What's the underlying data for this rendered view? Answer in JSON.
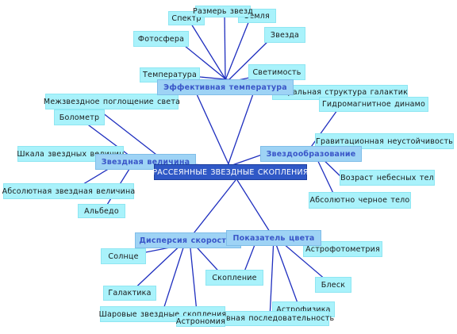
{
  "colors": {
    "line": "#1f2fbf",
    "leaf_fill": "#a9f2fb",
    "branch_fill": "#9ed3f5",
    "branch_text": "#3a56c8",
    "center_fill": "#2f58c6"
  },
  "center": {
    "label": "РАССЕЯННЫЕ ЗВЕЗДНЫЕ СКОПЛЕНИЯ"
  },
  "branches": {
    "temperature": {
      "label": "Эффективная температура"
    },
    "magnitude": {
      "label": "Звездная величина"
    },
    "formation": {
      "label": "Звездообразование"
    },
    "dispersion": {
      "label": "Дисперсия скоростей"
    },
    "color_index": {
      "label": "Показатель цвета"
    }
  },
  "leaves": {
    "spectrum": "Спектр",
    "star_size": "Размерь звезд",
    "earth": "Земля",
    "photosphere": "Фотосфера",
    "stars": "Звезда",
    "temperature": "Температура",
    "luminosity": "Светимость",
    "spiral": "Спиральная структура галактик",
    "interstellar": "Межзвездное поглощение света",
    "dynamo": "Гидромагнитное динамо",
    "bolometer": "Болометр",
    "grav_instability": "Гравитационная неустойчивость",
    "mag_scale": "Шкала звездных величин",
    "sky_age": "Возраст небесных тел",
    "abs_magnitude": "Абсолютная звездная величина",
    "black_body": "Абсолютно черное тело",
    "albedo": "Альбедо",
    "astrophotometry": "Астрофотометрия",
    "sun": "Солнце",
    "cluster": "Скопление",
    "brightness": "Блеск",
    "galaxy": "Галактика",
    "astrophysics": "Астрофизика",
    "globular": "Шаровые звездные скопления",
    "main_sequence": "Главная последовательность",
    "astronomy": "Астрономия"
  }
}
